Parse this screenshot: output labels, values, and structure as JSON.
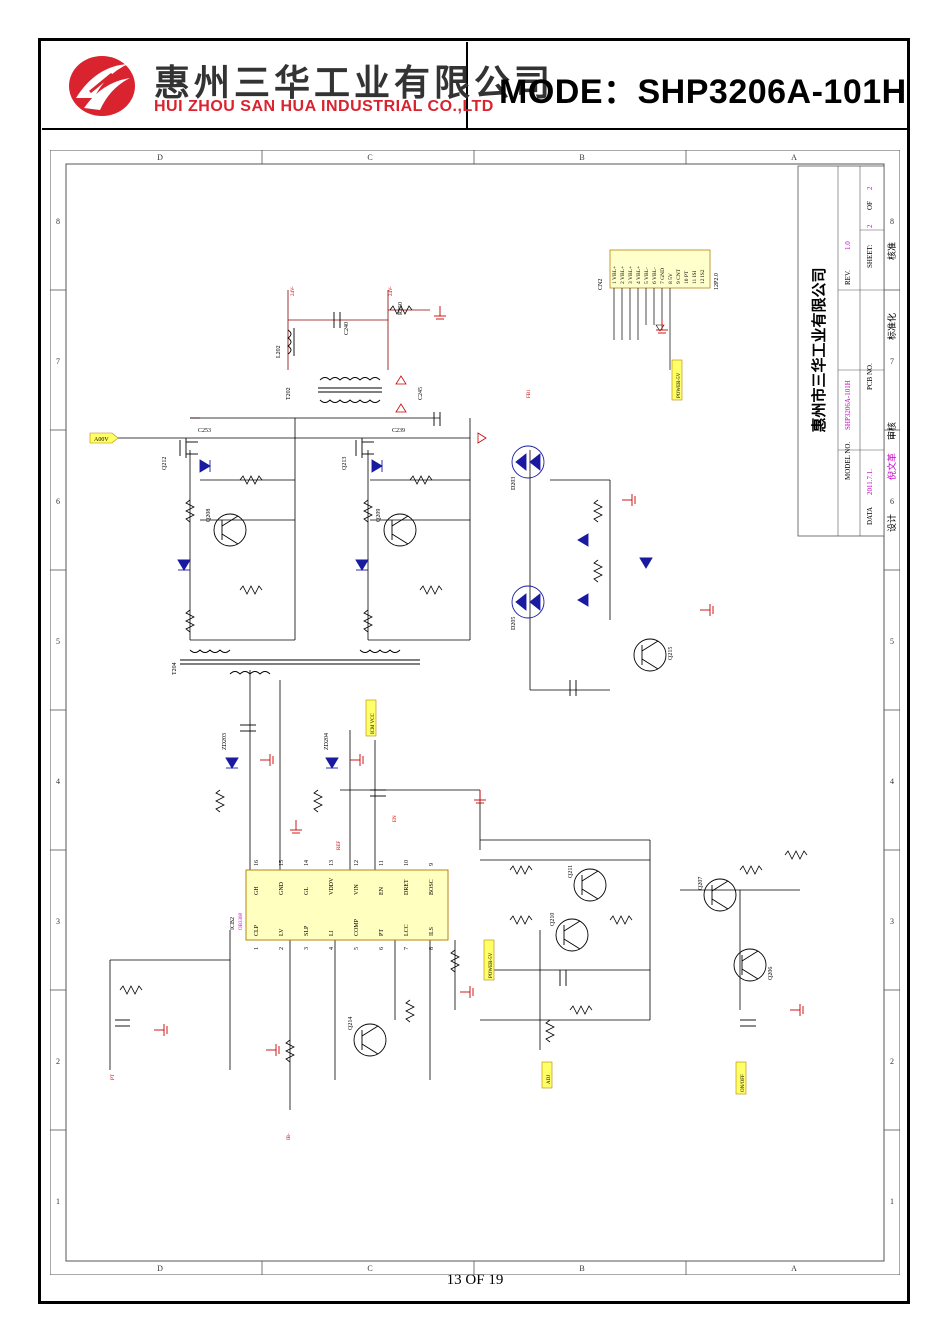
{
  "header": {
    "company_cn": "惠州三华工业有限公司",
    "company_en": "HUI ZHOU SAN HUA INDUSTRIAL CO.,LTD",
    "mode": "MODE：SHP3206A-101H"
  },
  "title_block": {
    "company": "惠州市三华工业有限公司",
    "model_label": "MODEL NO.",
    "model": "SHP3206A-101H",
    "rev_label": "REV.",
    "rev": "1.0",
    "pcb_label": "PCB NO.",
    "date_label": "DATA",
    "date": "2011.7.1.",
    "design_label": "设计",
    "design": "倪文革",
    "check_label": "审核",
    "standard_label": "标准化",
    "approve_label": "核准",
    "sheet_label": "SHEET:",
    "sheet": "2",
    "of_label": "OF",
    "of": "2"
  },
  "frame": {
    "col_labels": [
      "D",
      "C",
      "B",
      "A"
    ],
    "row_labels": [
      "8",
      "7",
      "6",
      "5",
      "4",
      "3",
      "2",
      "1"
    ]
  },
  "connector": {
    "name": "CN2",
    "part": "12P2.0",
    "pins": [
      "VBL+",
      "VBL+",
      "VBL+",
      "VBL+",
      "VBL-",
      "VBL-",
      "GND",
      "5V",
      "CNT",
      "PT",
      "ISI",
      "IS2"
    ]
  },
  "nets": {
    "a00v": "A00V",
    "v24_1": "24V-",
    "v24_2": "24V-",
    "power5": "POWER-5V",
    "power5b": "POWER-5V",
    "icvcc": "ICM VCC",
    "adj": "ADJ",
    "onoff": "ON/OFF",
    "pt": "PT",
    "ib": "IB-",
    "ref": "REF"
  },
  "ic": {
    "name": "ICB2",
    "part": "OB3368",
    "top_pins": [
      "GH",
      "GND",
      "GL",
      "VDDV",
      "VIN",
      "EN",
      "DRET",
      "BOSC"
    ],
    "bottom_pins": [
      "CLP",
      "LV",
      "SLP",
      "LI",
      "COMP",
      "PT",
      "LCC",
      "ILS"
    ],
    "top_nums": [
      "16",
      "15",
      "14",
      "13",
      "12",
      "11",
      "10",
      "9"
    ],
    "bottom_nums": [
      "1",
      "2",
      "3",
      "4",
      "5",
      "6",
      "7",
      "8"
    ]
  },
  "labels": {
    "q_a": "Q212",
    "q_b": "Q213",
    "q_c": "Q208",
    "q_d": "Q209",
    "q_e": "Q211",
    "q_f": "Q210",
    "q_g": "Q214",
    "q_h": "Q215",
    "q_i": "Q207",
    "q_j": "Q206",
    "d_a": "D203",
    "d_b": "D205",
    "t_a": "T202",
    "t_b": "T204",
    "l_a": "L202",
    "c_a": "C240",
    "c_b": "C253",
    "c_c": "C239",
    "c_d": "C245",
    "r_a": "R250",
    "zd_a": "ZD203",
    "zd_b": "ZD204",
    "fb": "FB1",
    "en": "EN"
  },
  "page": "13 OF 19"
}
